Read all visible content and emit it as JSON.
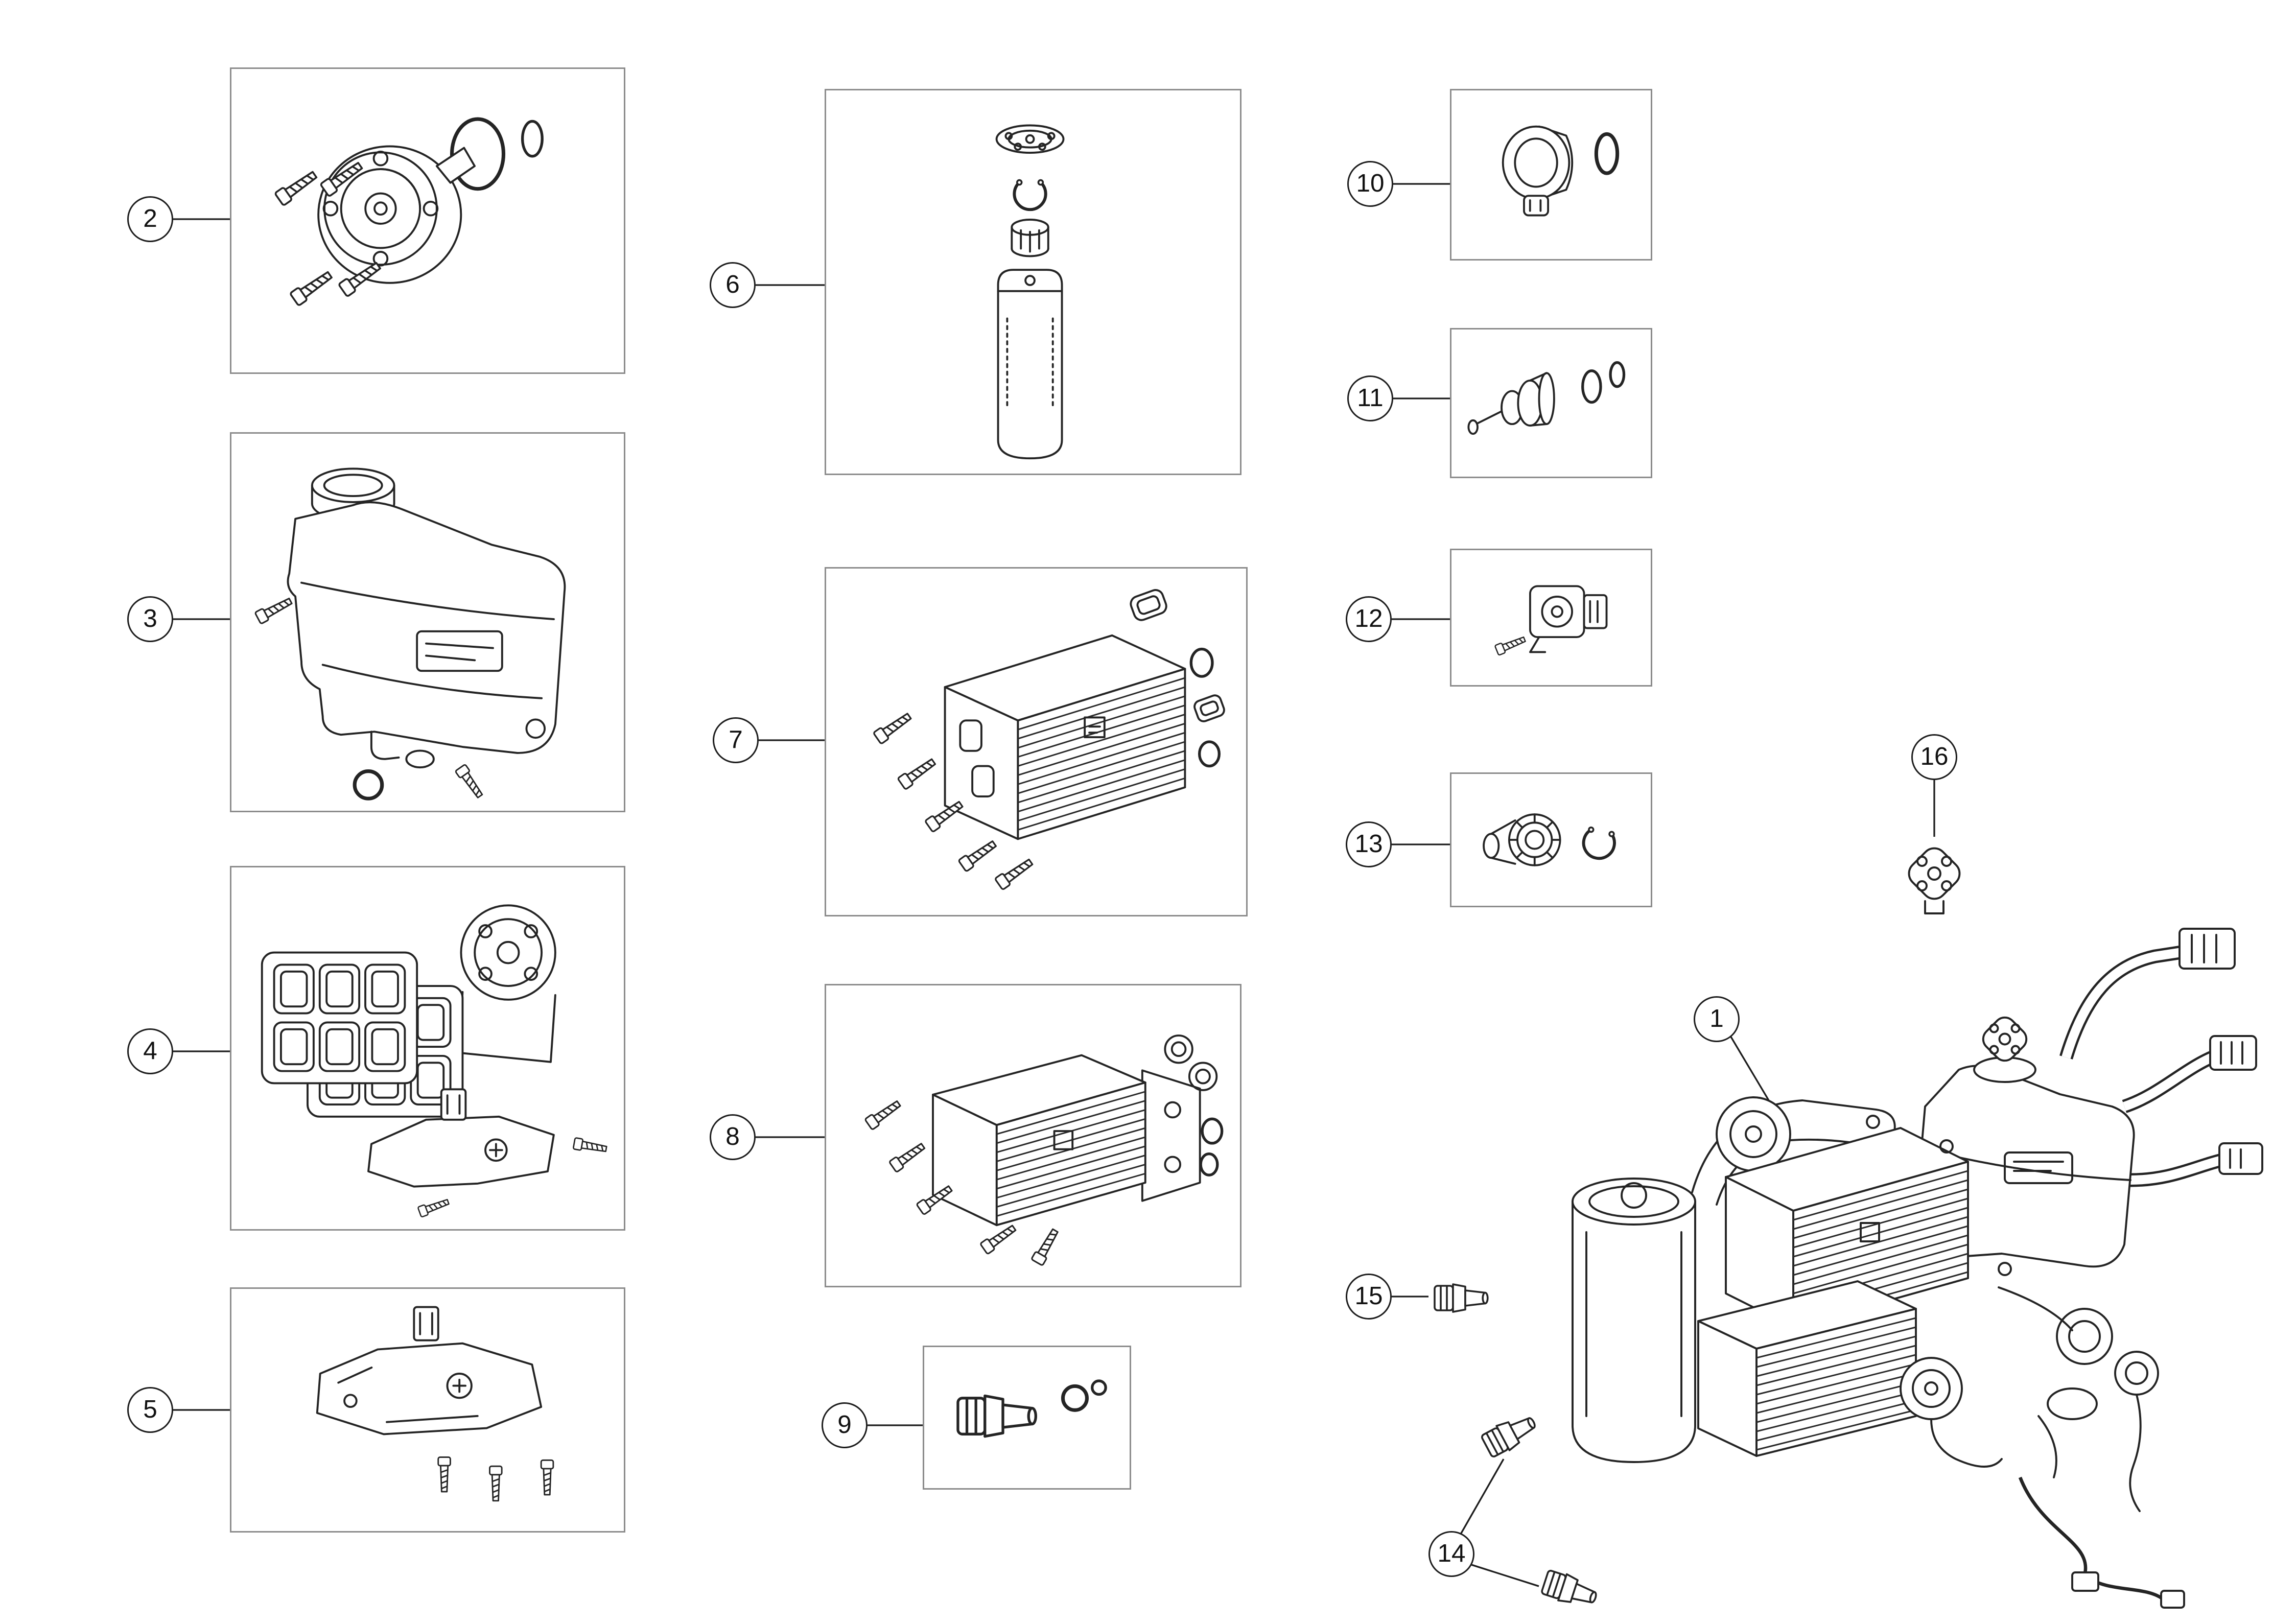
{
  "page": {
    "background_color": "#ffffff",
    "ink_color": "#1d1d1d",
    "panel_border_color": "#8c8c8c"
  },
  "callouts": [
    {
      "label": "1",
      "icon": "transmission-cooling-assembly-illustration",
      "boxed": false
    },
    {
      "label": "2",
      "icon": "coolant-pump-illustration",
      "boxed": true
    },
    {
      "label": "3",
      "icon": "expansion-tank-illustration",
      "boxed": true
    },
    {
      "label": "4",
      "icon": "heat-exchanger-grid-illustration",
      "boxed": true
    },
    {
      "label": "5",
      "icon": "mounting-bracket-illustration",
      "boxed": true
    },
    {
      "label": "6",
      "icon": "drier-cartridge-illustration",
      "boxed": true
    },
    {
      "label": "7",
      "icon": "oil-cooler-illustration",
      "boxed": true
    },
    {
      "label": "8",
      "icon": "oil-cooler-small-illustration",
      "boxed": true
    },
    {
      "label": "9",
      "icon": "temperature-sensor-illustration",
      "boxed": true
    },
    {
      "label": "10",
      "icon": "sealing-cap-illustration",
      "boxed": true
    },
    {
      "label": "11",
      "icon": "valve-insert-illustration",
      "boxed": true
    },
    {
      "label": "12",
      "icon": "solenoid-connector-illustration",
      "boxed": true
    },
    {
      "label": "13",
      "icon": "coupling-plug-illustration",
      "boxed": true
    },
    {
      "label": "14",
      "icon": "sensor-pair-illustration",
      "boxed": false
    },
    {
      "label": "15",
      "icon": "sensor-illustration",
      "boxed": false
    },
    {
      "label": "16",
      "icon": "breather-cap-illustration",
      "boxed": false
    }
  ]
}
